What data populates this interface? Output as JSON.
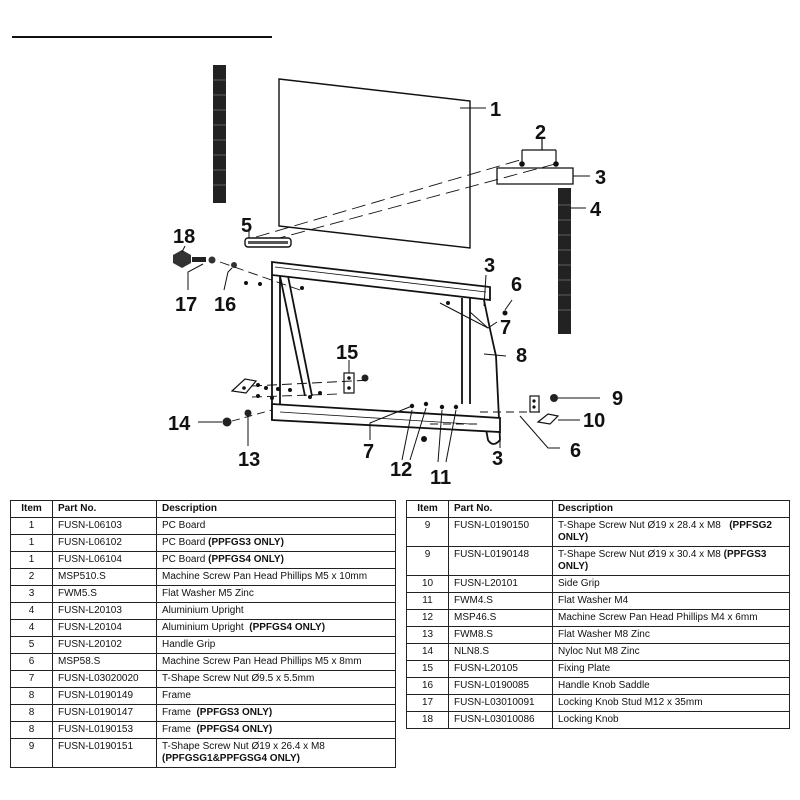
{
  "callouts": [
    "1",
    "2",
    "3",
    "4",
    "5",
    "18",
    "17",
    "16",
    "3",
    "6",
    "7",
    "15",
    "8",
    "9",
    "10",
    "14",
    "13",
    "7",
    "12",
    "11",
    "3",
    "6"
  ],
  "table_left": {
    "headers": [
      "Item",
      "Part No.",
      "Description"
    ],
    "rows": [
      {
        "item": "1",
        "part": "FUSN-L06103",
        "desc": "PC Board",
        "note": ""
      },
      {
        "item": "1",
        "part": "FUSN-L06102",
        "desc": "PC Board ",
        "note": "(PPFGS3 ONLY)"
      },
      {
        "item": "1",
        "part": "FUSN-L06104",
        "desc": "PC Board ",
        "note": "(PPFGS4 ONLY)"
      },
      {
        "item": "2",
        "part": "MSP510.S",
        "desc": "Machine Screw Pan Head Phillips M5 x 10mm",
        "note": ""
      },
      {
        "item": "3",
        "part": "FWM5.S",
        "desc": "Flat Washer M5 Zinc",
        "note": ""
      },
      {
        "item": "4",
        "part": "FUSN-L20103",
        "desc": "Aluminium Upright",
        "note": ""
      },
      {
        "item": "4",
        "part": "FUSN-L20104",
        "desc": "Aluminium Upright  ",
        "note": "(PPFGS4 ONLY)"
      },
      {
        "item": "5",
        "part": "FUSN-L20102",
        "desc": "Handle Grip",
        "note": ""
      },
      {
        "item": "6",
        "part": "MSP58.S",
        "desc": "Machine Screw Pan Head Phillips M5 x 8mm",
        "note": ""
      },
      {
        "item": "7",
        "part": "FUSN-L03020020",
        "desc": "T-Shape Screw Nut Ø9.5 x 5.5mm",
        "note": ""
      },
      {
        "item": "8",
        "part": "FUSN-L0190149",
        "desc": "Frame",
        "note": ""
      },
      {
        "item": "8",
        "part": "FUSN-L0190147",
        "desc": "Frame  ",
        "note": "(PPFGS3 ONLY)"
      },
      {
        "item": "8",
        "part": "FUSN-L0190153",
        "desc": "Frame  ",
        "note": "(PPFGS4 ONLY)"
      },
      {
        "item": "9",
        "part": "FUSN-L0190151",
        "desc": "T-Shape Screw Nut Ø19 x 26.4 x M8 ",
        "note": "(PPFGSG1&PPFGSG4 ONLY)"
      }
    ]
  },
  "table_right": {
    "headers": [
      "Item",
      "Part No.",
      "Description"
    ],
    "rows": [
      {
        "item": "9",
        "part": "FUSN-L0190150",
        "desc": "T-Shape Screw Nut Ø19 x 28.4 x M8   ",
        "note": "(PPFSG2 ONLY)"
      },
      {
        "item": "9",
        "part": "FUSN-L0190148",
        "desc": "T-Shape Screw Nut Ø19 x 30.4 x M8 ",
        "note": "(PPFGS3 ONLY)"
      },
      {
        "item": "10",
        "part": "FUSN-L20101",
        "desc": "Side Grip",
        "note": ""
      },
      {
        "item": "11",
        "part": "FWM4.S",
        "desc": "Flat Washer M4",
        "note": ""
      },
      {
        "item": "12",
        "part": "MSP46.S",
        "desc": "Machine Screw Pan Head Phillips M4 x 6mm",
        "note": ""
      },
      {
        "item": "13",
        "part": "FWM8.S",
        "desc": "Flat Washer M8 Zinc",
        "note": ""
      },
      {
        "item": "14",
        "part": "NLN8.S",
        "desc": "Nyloc Nut M8 Zinc",
        "note": ""
      },
      {
        "item": "15",
        "part": "FUSN-L20105",
        "desc": "Fixing Plate",
        "note": ""
      },
      {
        "item": "16",
        "part": "FUSN-L0190085",
        "desc": "Handle Knob Saddle",
        "note": ""
      },
      {
        "item": "17",
        "part": "FUSN-L03010091",
        "desc": "Locking Knob Stud M12 x 35mm",
        "note": ""
      },
      {
        "item": "18",
        "part": "FUSN-L03010086",
        "desc": "Locking Knob",
        "note": ""
      }
    ]
  }
}
